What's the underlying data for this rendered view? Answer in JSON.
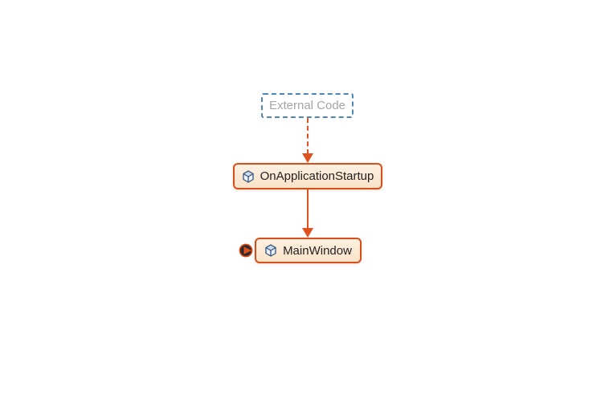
{
  "colors": {
    "accent-orange": "#e0521d",
    "node-border": "#d94f1c",
    "node-fill-top": "#fdf0e1",
    "node-fill-bottom": "#fae3c9",
    "node-text": "#222222",
    "external-border": "#4d86ba",
    "external-text": "#a6a6a6",
    "icon-blue": "#33557e",
    "badge-dark": "#2b2b2b",
    "canvas-bg": "#ffffff"
  },
  "nodes": {
    "external_code": {
      "label": "External Code",
      "type": "external-code-group"
    },
    "on_application_startup": {
      "label": "OnApplicationStartup",
      "type": "method",
      "icon": "cube-icon"
    },
    "main_window": {
      "label": "MainWindow",
      "type": "method",
      "icon": "cube-icon"
    }
  },
  "edges": [
    {
      "from": "External Code",
      "to": "OnApplicationStartup",
      "style": "dashed",
      "color": "#e0521d"
    },
    {
      "from": "OnApplicationStartup",
      "to": "MainWindow",
      "style": "solid",
      "color": "#e0521d"
    }
  ],
  "badge": {
    "attached_to": "MainWindow",
    "meaning": "incoming-links"
  }
}
